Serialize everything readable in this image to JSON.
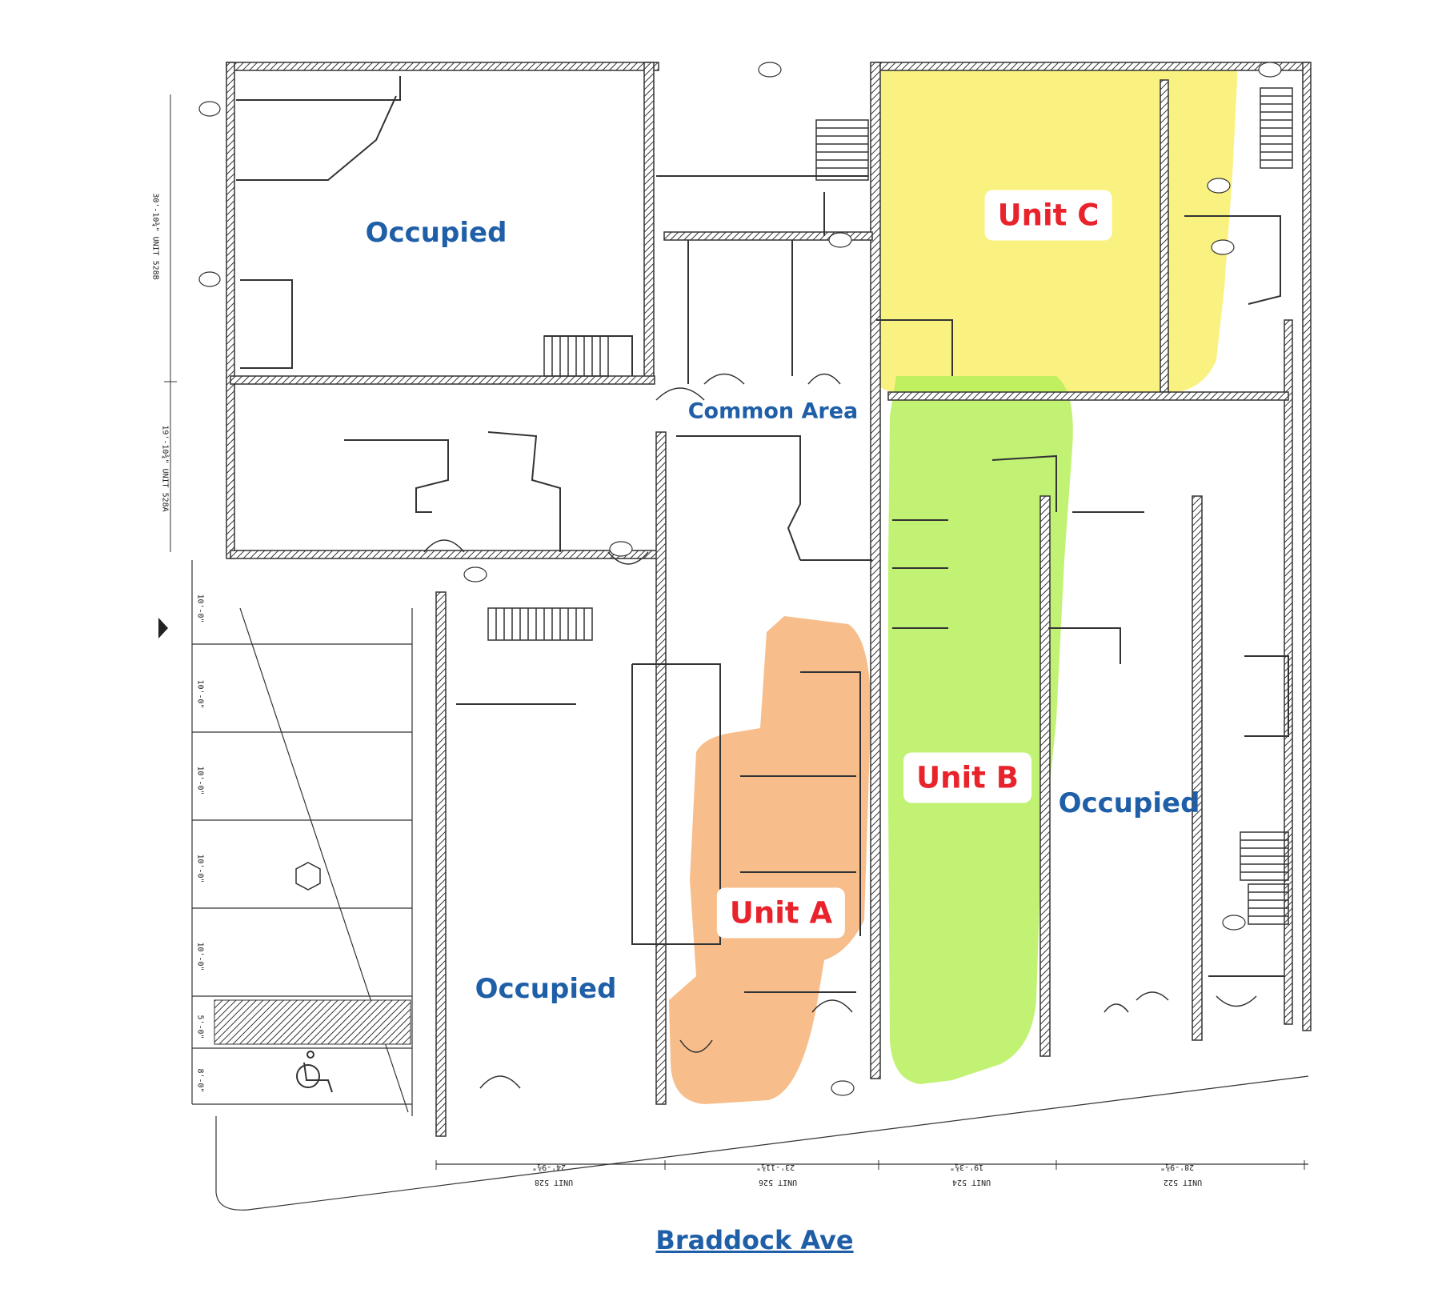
{
  "labels": {
    "occupied_top_left": "Occupied",
    "occupied_bottom_left": "Occupied",
    "occupied_right": "Occupied",
    "common_area": "Common Area",
    "unit_a": "Unit A",
    "unit_b": "Unit B",
    "unit_c": "Unit C",
    "street": "Braddock Ave"
  },
  "dimensions": {
    "unit_528b": "30'-10¾\" UNIT 528B",
    "unit_528a": "19'-10¾\" UNIT 528A",
    "width_528": "24'-9¾\"",
    "width_526": "23'-11¾\"",
    "width_524": "19'-3¾\"",
    "width_522": "28'-9¾\"",
    "name_528": "UNIT 528",
    "name_526": "UNIT 526",
    "name_524": "UNIT 524",
    "name_522": "UNIT 522",
    "parking_1": "10'-0\"",
    "parking_2": "10'-0\"",
    "parking_3": "10'-0\"",
    "parking_4": "10'-0\"",
    "parking_5": "10'-0\"",
    "parking_6": "5'-0\"",
    "parking_7": "8'-0\""
  },
  "colors": {
    "unit_a_highlight": "#f4a55e",
    "unit_b_highlight": "#b6f05a",
    "unit_c_highlight": "#f8f06a",
    "occupied_text": "#1f5fa8",
    "unit_text": "#e8232b",
    "wall": "#3a3a3a"
  },
  "icons": {
    "accessible_parking": "wheelchair-icon",
    "north_marker": "north-arrow-icon"
  }
}
